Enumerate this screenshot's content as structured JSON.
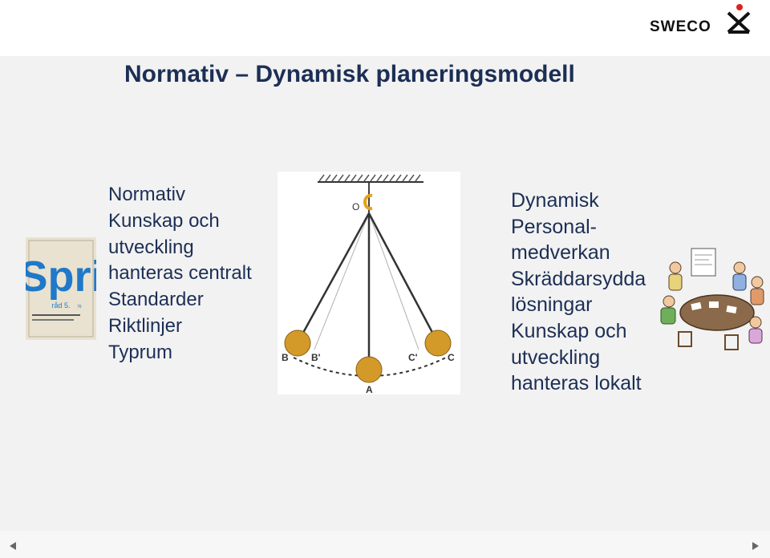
{
  "header": {
    "logo_text": "SWECO",
    "logo_icon": "sweco-logo-icon"
  },
  "slide": {
    "title": "Normativ – Dynamisk  planeringsmodell",
    "left_lines": [
      "Normativ",
      "Kunskap och",
      "utveckling",
      "hanteras centralt",
      "Standarder",
      "Riktlinjer",
      "Typrum"
    ],
    "right_lines": [
      "Dynamisk",
      "Personal-",
      "medverkan",
      "Skräddarsydda",
      "lösningar",
      "Kunskap och",
      "utveckling",
      "hanteras lokalt"
    ]
  },
  "spri_cover": {
    "brand": "Spri",
    "subtitle": "råd 5.",
    "subtitle_small": "76"
  },
  "pendulum": {
    "labels": {
      "pivot": "O",
      "left_outer": "B",
      "left_inner": "B'",
      "bottom": "A",
      "right_inner": "C'",
      "right_outer": "C"
    }
  },
  "navigation": {
    "prev_icon": "triangle-left-icon",
    "next_icon": "triangle-right-icon"
  },
  "colors": {
    "title": "#1c2f55",
    "bob": "#d39a2a",
    "spri_blue": "#1f79c8"
  }
}
